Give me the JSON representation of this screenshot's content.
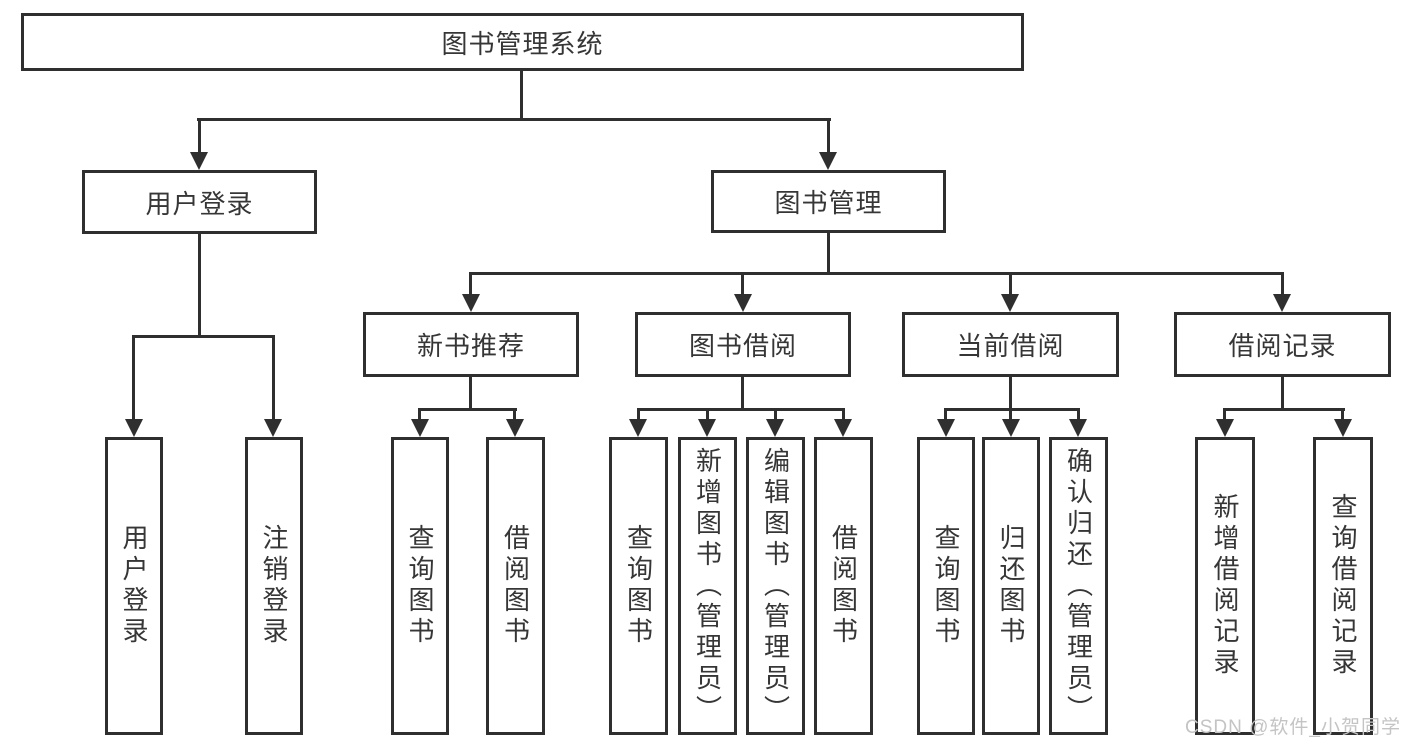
{
  "title": "图书管理系统",
  "level1": [
    {
      "label": "用户登录"
    },
    {
      "label": "图书管理"
    }
  ],
  "level2": [
    {
      "label": "新书推荐"
    },
    {
      "label": "图书借阅"
    },
    {
      "label": "当前借阅"
    },
    {
      "label": "借阅记录"
    }
  ],
  "leaves": [
    {
      "label": "用户登录"
    },
    {
      "label": "注销登录"
    },
    {
      "label": "查询图书"
    },
    {
      "label": "借阅图书"
    },
    {
      "label": "查询图书"
    },
    {
      "label": "新增图书（管理员）"
    },
    {
      "label": "编辑图书（管理员）"
    },
    {
      "label": "借阅图书"
    },
    {
      "label": "查询图书"
    },
    {
      "label": "归还图书"
    },
    {
      "label": "确认归还（管理员）"
    },
    {
      "label": "新增借阅记录"
    },
    {
      "label": "查询借阅记录"
    }
  ],
  "watermark": "CSDN @软件_小贺同学",
  "colors": {
    "line": "#2f2f2f",
    "text": "#363636",
    "watermark": "#c4c4c4",
    "background": "#ffffff"
  }
}
